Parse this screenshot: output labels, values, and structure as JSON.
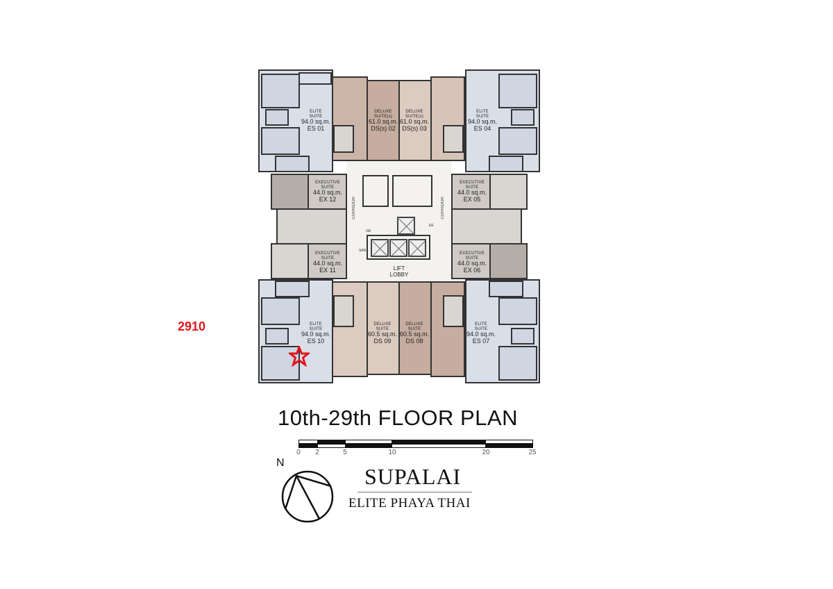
{
  "units": {
    "es01": {
      "type_line1": "ELITE",
      "type_line2": "SUITE",
      "area": "94.0 sq.m.",
      "code": "ES 01"
    },
    "ds02": {
      "type_line1": "DELUXE",
      "type_line2": "SUITE(s)",
      "area": "61.0 sq.m.",
      "code": "DS(s) 02"
    },
    "ds03": {
      "type_line1": "DELUXE",
      "type_line2": "SUITE(s)",
      "area": "61.0 sq.m.",
      "code": "DS(s) 03"
    },
    "es04": {
      "type_line1": "ELITE",
      "type_line2": "SUITE",
      "area": "94.0 sq.m.",
      "code": "ES 04"
    },
    "ex12": {
      "type_line1": "EXECUTIVE",
      "type_line2": "SUITE",
      "area": "44.0 sq.m.",
      "code": "EX 12"
    },
    "ex05": {
      "type_line1": "EXECUTIVE",
      "type_line2": "SUITE",
      "area": "44.0 sq.m.",
      "code": "EX 05"
    },
    "ex11": {
      "type_line1": "EXECUTIVE",
      "type_line2": "SUITE",
      "area": "44.0 sq.m.",
      "code": "EX 11"
    },
    "ex06": {
      "type_line1": "EXECUTIVE",
      "type_line2": "SUITE",
      "area": "44.0 sq.m.",
      "code": "EX 06"
    },
    "es10": {
      "type_line1": "ELITE",
      "type_line2": "SUITE",
      "area": "94.0 sq.m.",
      "code": "ES 10"
    },
    "ds09": {
      "type_line1": "DELUXE",
      "type_line2": "SUITE",
      "area": "60.5 sq.m.",
      "code": "DS 09"
    },
    "ds08": {
      "type_line1": "DELUXE",
      "type_line2": "SUITE",
      "area": "60.5 sq.m.",
      "code": "DS 08"
    },
    "es07": {
      "type_line1": "ELITE",
      "type_line2": "SUITE",
      "area": "94.0 sq.m.",
      "code": "ES 07"
    }
  },
  "core": {
    "corridor_left": "CORRIDOR",
    "corridor_right": "CORRIDOR",
    "lift_lobby_line1": "LIFT",
    "lift_lobby_line2": "LOBBY",
    "gb": "GB",
    "san": "SAN",
    "ee": "EE"
  },
  "annotation": {
    "room_number": "2910",
    "marker_color": "#e3141b",
    "marker_icon": "star-outline"
  },
  "title": "10th-29th FLOOR PLAN",
  "scale_bar": {
    "ticks": [
      "0",
      "2",
      "5",
      "10",
      "20",
      "25"
    ],
    "max": 25
  },
  "compass": {
    "label": "N"
  },
  "brand": {
    "name": "SUPALAI",
    "project": "ELITE PHAYA THAI"
  }
}
